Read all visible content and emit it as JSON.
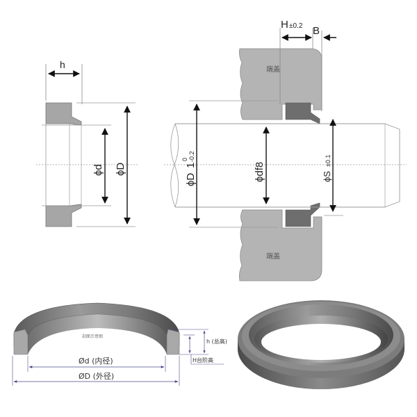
{
  "section_view": {
    "width_label": "h",
    "inner_dia_label": "ϕd",
    "outer_dia_label": "ϕD"
  },
  "installation_view": {
    "height_tol_label": "H",
    "height_tol_value": "±0.2",
    "gap_label": "B",
    "housing_bore_label": "ϕD",
    "housing_bore_tol_main": "1",
    "housing_bore_tol_upper": "0",
    "housing_bore_tol_lower": "-0.2",
    "rod_dia_label": "ϕdf8",
    "shaft_step_label": "ϕS",
    "shaft_step_tol": "±0.1",
    "end_cap_top_label": "端盖",
    "end_cap_bottom_label": "端盖"
  },
  "iso_section_view": {
    "caption": "剖面示意图",
    "inner_dia_label": "Ød (内径)",
    "outer_dia_label": "ØD (外径)",
    "total_height_label": "h (总高)",
    "step_height_label": "H台阶高"
  },
  "colors": {
    "seal_fill": "#6e6e6e",
    "housing_fill": "#b4b4b4",
    "section_fill": "#a8a8a8",
    "line": "#222222",
    "dim_line_blue": "#4a4a8a"
  }
}
